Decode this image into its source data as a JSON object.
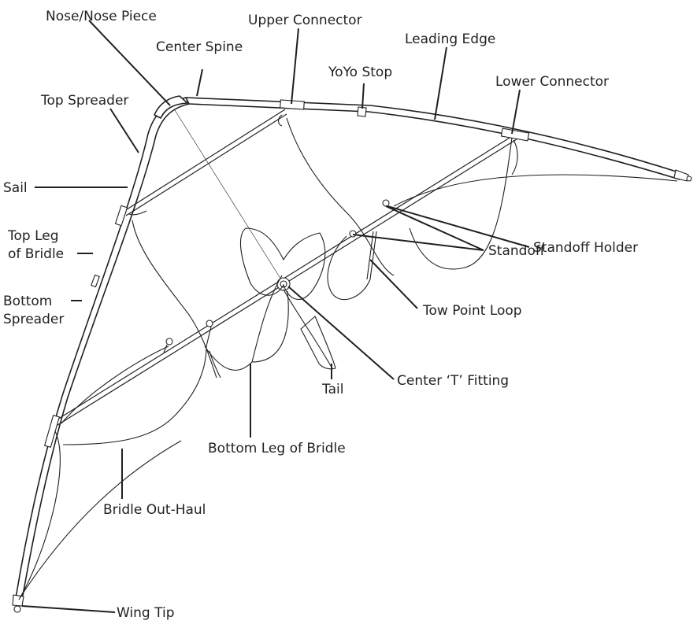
{
  "labels": {
    "nose": "Nose/Nose Piece",
    "upper_connector": "Upper Connector",
    "center_spine": "Center Spine",
    "leading_edge": "Leading Edge",
    "yoyo_stop": "YoYo Stop",
    "lower_connector": "Lower Connector",
    "top_spreader": "Top Spreader",
    "sail": "Sail",
    "top_leg_1": "Top Leg",
    "top_leg_2": "of Bridle",
    "bottom_spreader_1": "Bottom",
    "bottom_spreader_2": "Spreader",
    "standoff_holder": "Standoff Holder",
    "standoff": "Standoff",
    "tow_point_loop": "Tow Point Loop",
    "center_t_fitting": "Center ‘T’ Fitting",
    "tail": "Tail",
    "bottom_leg": "Bottom Leg of Bridle",
    "bridle_out_haul": "Bridle Out-Haul",
    "wing_tip": "Wing Tip"
  }
}
